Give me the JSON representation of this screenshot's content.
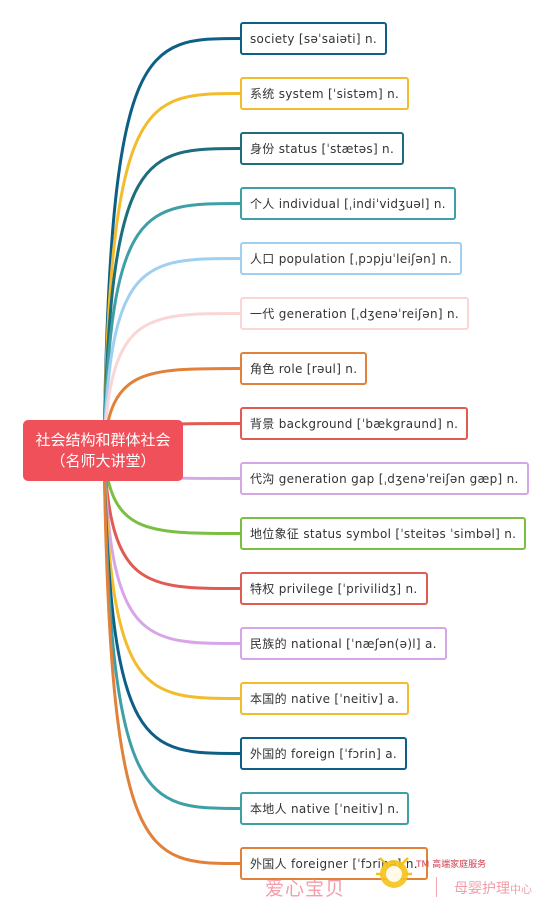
{
  "root": {
    "line1": "社会结构和群体社会",
    "line2": "（名师大讲堂）",
    "color": "#f0505a"
  },
  "branches": [
    {
      "text": "society [səˈsaiəti] n.",
      "color": "#0e5f86"
    },
    {
      "text": "系统 system [ˈsistəm] n.",
      "color": "#f2bc2c"
    },
    {
      "text": "身份 status [ˈstætəs] n.",
      "color": "#1c6e7d"
    },
    {
      "text": "个人 individual [ˌindiˈvidʒuəl] n.",
      "color": "#3ea0a6"
    },
    {
      "text": "人口 population [ˌpɔpjuˈleiʃən] n.",
      "color": "#9fd0f2"
    },
    {
      "text": "一代 generation [ˌdʒenəˈreiʃən] n.",
      "color": "#fbd6d6"
    },
    {
      "text": "角色 role [rəul] n.",
      "color": "#e1813a"
    },
    {
      "text": "背景 background [ˈbækgraund] n.",
      "color": "#e05c52"
    },
    {
      "text": "代沟 generation gap [ˌdʒenəˈreiʃən gæp] n.",
      "color": "#d7a6e8"
    },
    {
      "text": "地位象征 status symbol [ˈsteitəs ˈsimbəl] n.",
      "color": "#7bbf42"
    },
    {
      "text": "特权 privilege [ˈprivilidʒ] n.",
      "color": "#e05c52"
    },
    {
      "text": "民族的 national [ˈnæʃən(ə)l] a.",
      "color": "#d7a6e8"
    },
    {
      "text": "本国的 native [ˈneitiv] a.",
      "color": "#f2bc2c"
    },
    {
      "text": "外国的 foreign [ˈfɔrin] a.",
      "color": "#0e5f86"
    },
    {
      "text": "本地人 native [ˈneitiv] n.",
      "color": "#3ea0a6"
    },
    {
      "text": "外国人 foreigner [ˈfɔrinə] n.",
      "color": "#e1813a"
    }
  ],
  "watermark": {
    "main": "爱心宝贝",
    "tm": "TM 高端家庭服务",
    "sub": "母婴护理",
    "sub_small": "中心"
  }
}
